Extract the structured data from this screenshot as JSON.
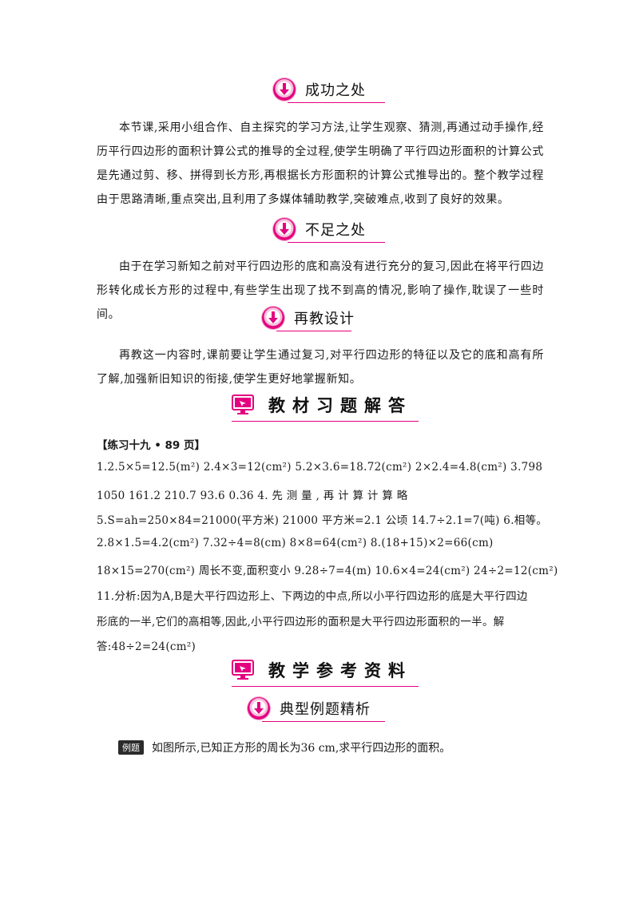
{
  "sections": {
    "success": {
      "title": "成功之处",
      "text": "本节课,采用小组合作、自主探究的学习方法,让学生观察、猜测,再通过动手操作,经历平行四边形的面积计算公式的推导的全过程,使学生明确了平行四边形面积的计算公式是先通过剪、移、拼得到长方形,再根据长方形面积的计算公式推导出的。整个教学过程由于思路清晰,重点突出,且利用了多媒体辅助教学,突破难点,收到了良好的效果。"
    },
    "shortcoming": {
      "title": "不足之处",
      "text": "由于在学习新知之前对平行四边形的底和高没有进行充分的复习,因此在将平行四边形转化成长方形的过程中,有些学生出现了找不到高的情况,影响了操作,耽误了一些时间。"
    },
    "redesign": {
      "title": "再教设计",
      "text": "再教这一内容时,课前要让学生通过复习,对平行四边形的特征以及它的底和高有所了解,加强新旧知识的衔接,使学生更好地掌握新知。"
    },
    "answers": {
      "title": "教材习题解答",
      "exercise_label": "【练习十九 • 89 页】",
      "lines": [
        "1.2.5×5=12.5(m²)    2.4×3=12(cm²)    5.2×3.6=18.72(cm²)    2×2.4=4.8(cm²)    3.798",
        "1050       161.2       210.7       93.6       0.36      4. 先 测 量 , 再 计 算     计 算 略",
        "5.S=ah=250×84=21000(平方米)   21000 平方米=2.1 公顷   14.7÷2.1=7(吨)    6.相等。",
        "2.8×1.5=4.2(cm²)          7.32÷4=8(cm)           8×8=64(cm²)          8.(18+15)×2=66(cm)",
        "18×15=270(cm²)    周长不变,面积变小   9.28÷7=4(m)   10.6×4=24(cm²)    24÷2=12(cm²)",
        "11.分析:因为A,B是大平行四边形上、下两边的中点,所以小平行四边形的底是大平行四边",
        "形底的一半,它们的高相等,因此,小平行四边形的面积是大平行四边形面积的一半。解",
        "答:48÷2=24(cm²)"
      ]
    },
    "reference": {
      "title": "教学参考资料"
    },
    "examples": {
      "title": "典型例题精析",
      "badge": "例题",
      "question": "如图所示,已知正方形的周长为36 cm,求平行四边形的面积。"
    }
  },
  "colors": {
    "accent": "#e4007f",
    "text": "#1a1a1a"
  },
  "icons": {
    "sub_head": "download-arrow-icon",
    "big_head": "monitor-icon"
  }
}
